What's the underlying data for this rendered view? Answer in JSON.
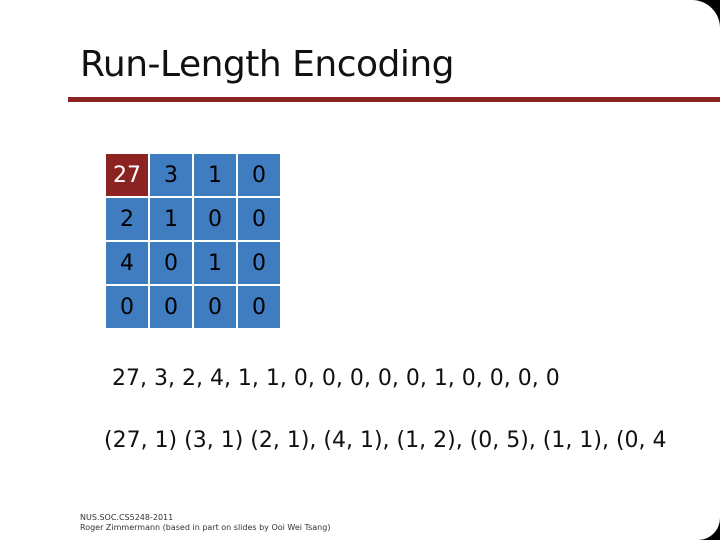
{
  "slide": {
    "title": "Run-Length Encoding",
    "matrix": [
      [
        "27",
        "3",
        "1",
        "0"
      ],
      [
        "2",
        "1",
        "0",
        "0"
      ],
      [
        "4",
        "0",
        "1",
        "0"
      ],
      [
        "0",
        "0",
        "0",
        "0"
      ]
    ],
    "zigzag_sequence": "27, 3, 2, 4, 1, 1, 0, 0, 0, 0, 0, 1, 0, 0, 0, 0",
    "rle_pairs": "(27, 1) (3, 1) (2, 1), (4, 1), (1, 2), (0, 5), (1, 1), (0, 4",
    "footer": {
      "line1": "NUS.SOC.CS5248-2011",
      "line2": "Roger Zimmermann (based in part on slides by Ooi Wei Tsang)"
    },
    "colors": {
      "accent": "#8b2323",
      "cell": "#3f7cc0",
      "background": "#000000"
    }
  }
}
